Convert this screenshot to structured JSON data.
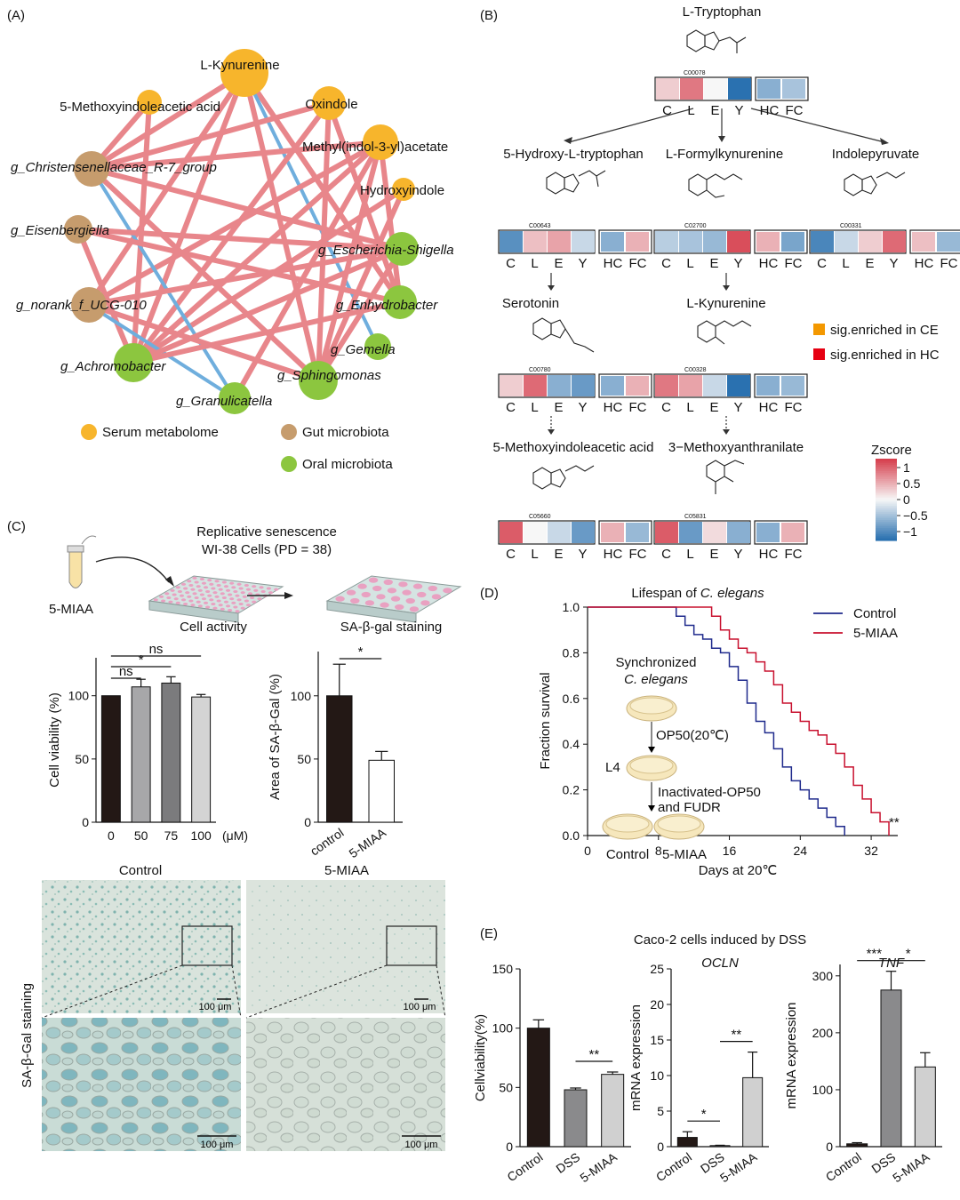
{
  "panels": {
    "A": "(A)",
    "B": "(B)",
    "C": "(C)",
    "D": "(D)",
    "E": "(E)"
  },
  "colors": {
    "serum": "#F7B52C",
    "gut": "#C69C6D",
    "oral": "#8CC63F",
    "pos_edge": "#E8868B",
    "neg_edge": "#6FAEDD",
    "ce": "#F39800",
    "hc": "#E60012",
    "bar_dark": "#231815",
    "survival_control": "#1F2A8C",
    "survival_5miaa": "#C8102E"
  },
  "network": {
    "nodes": [
      {
        "id": "kyn",
        "label": "L-Kynurenine",
        "group": "serum",
        "italic": false
      },
      {
        "id": "mia",
        "label": "5-Methoxyindoleacetic acid",
        "group": "serum",
        "italic": false
      },
      {
        "id": "oxi",
        "label": "Oxindole",
        "group": "serum",
        "italic": false
      },
      {
        "id": "mia3",
        "label": "Methyl(indol-3-yl)acetate",
        "group": "serum",
        "italic": false
      },
      {
        "id": "hyd",
        "label": "Hydroxyindole",
        "group": "serum",
        "italic": false
      },
      {
        "id": "chr",
        "label": "g_Christensenellaceae_R-7_group",
        "group": "gut",
        "italic": true
      },
      {
        "id": "eis",
        "label": "g_Eisenbergiella",
        "group": "gut",
        "italic": true
      },
      {
        "id": "nor",
        "label": "g_norank_f_UCG-010",
        "group": "gut",
        "italic": true
      },
      {
        "id": "esc",
        "label": "g_Escherichia-Shigella",
        "group": "oral",
        "italic": true
      },
      {
        "id": "enh",
        "label": "g_Enhydrobacter",
        "group": "oral",
        "italic": true
      },
      {
        "id": "gem",
        "label": "g_Gemella",
        "group": "oral",
        "italic": true
      },
      {
        "id": "ach",
        "label": "g_Achromobacter",
        "group": "oral",
        "italic": true
      },
      {
        "id": "sph",
        "label": "g_Sphingomonas",
        "group": "oral",
        "italic": true
      },
      {
        "id": "gra",
        "label": "g_Granulicatella",
        "group": "oral",
        "italic": true
      }
    ],
    "edges": [
      {
        "s": "kyn",
        "t": "chr",
        "sign": "pos"
      },
      {
        "s": "kyn",
        "t": "nor",
        "sign": "pos"
      },
      {
        "s": "kyn",
        "t": "ach",
        "sign": "pos"
      },
      {
        "s": "kyn",
        "t": "sph",
        "sign": "pos"
      },
      {
        "s": "kyn",
        "t": "enh",
        "sign": "pos"
      },
      {
        "s": "kyn",
        "t": "gem",
        "sign": "neg"
      },
      {
        "s": "mia",
        "t": "chr",
        "sign": "pos"
      },
      {
        "s": "mia",
        "t": "ach",
        "sign": "pos"
      },
      {
        "s": "oxi",
        "t": "chr",
        "sign": "pos"
      },
      {
        "s": "oxi",
        "t": "ach",
        "sign": "pos"
      },
      {
        "s": "oxi",
        "t": "sph",
        "sign": "pos"
      },
      {
        "s": "oxi",
        "t": "enh",
        "sign": "pos"
      },
      {
        "s": "mia3",
        "t": "chr",
        "sign": "pos"
      },
      {
        "s": "mia3",
        "t": "nor",
        "sign": "pos"
      },
      {
        "s": "mia3",
        "t": "ach",
        "sign": "pos"
      },
      {
        "s": "mia3",
        "t": "sph",
        "sign": "pos"
      },
      {
        "s": "mia3",
        "t": "enh",
        "sign": "pos"
      },
      {
        "s": "mia3",
        "t": "gra",
        "sign": "pos"
      },
      {
        "s": "hyd",
        "t": "ach",
        "sign": "pos"
      },
      {
        "s": "hyd",
        "t": "sph",
        "sign": "pos"
      },
      {
        "s": "chr",
        "t": "gra",
        "sign": "neg"
      },
      {
        "s": "chr",
        "t": "esc",
        "sign": "pos"
      },
      {
        "s": "chr",
        "t": "sph",
        "sign": "pos"
      },
      {
        "s": "eis",
        "t": "esc",
        "sign": "pos"
      },
      {
        "s": "eis",
        "t": "ach",
        "sign": "pos"
      },
      {
        "s": "eis",
        "t": "enh",
        "sign": "pos"
      },
      {
        "s": "nor",
        "t": "esc",
        "sign": "pos"
      },
      {
        "s": "nor",
        "t": "gra",
        "sign": "neg"
      },
      {
        "s": "nor",
        "t": "sph",
        "sign": "pos"
      },
      {
        "s": "esc",
        "t": "sph",
        "sign": "pos"
      },
      {
        "s": "esc",
        "t": "ach",
        "sign": "pos"
      },
      {
        "s": "enh",
        "t": "ach",
        "sign": "pos"
      }
    ],
    "legend": [
      {
        "label": "Serum metabolome",
        "group": "serum"
      },
      {
        "label": "Gut microbiota",
        "group": "gut"
      },
      {
        "label": "Oral microbiota",
        "group": "oral"
      }
    ]
  },
  "pathway": {
    "group_labels": [
      "C",
      "L",
      "E",
      "Y"
    ],
    "ref_labels": [
      "HC",
      "FC"
    ],
    "metabolites": [
      {
        "id": "trp",
        "name": "L-Tryptophan",
        "code": "C00078",
        "color": "",
        "z": [
          0.3,
          0.9,
          0.0,
          -1.3
        ],
        "ref": [
          -0.7,
          -0.5
        ]
      },
      {
        "id": "htp",
        "name": "5-Hydroxy-L-tryptophan",
        "code": "C00643",
        "color": "",
        "z": [
          -1.0,
          0.4,
          0.6,
          -0.3
        ],
        "ref": [
          -0.7,
          0.5
        ]
      },
      {
        "id": "fkyn",
        "name": "L-Formylkynurenine",
        "code": "C02700",
        "color": "",
        "z": [
          -0.4,
          -0.5,
          -0.6,
          1.2
        ],
        "ref": [
          0.5,
          -0.8
        ]
      },
      {
        "id": "ipy",
        "name": "Indolepyruvate",
        "code": "C00331",
        "color": "#E60012",
        "z": [
          -1.1,
          -0.3,
          0.3,
          1.0
        ],
        "ref": [
          0.4,
          -0.6
        ]
      },
      {
        "id": "ser",
        "name": "Serotonin",
        "code": "C00780",
        "color": "#F39800",
        "z": [
          0.3,
          1.0,
          -0.7,
          -0.9
        ],
        "ref": [
          -0.7,
          0.5
        ]
      },
      {
        "id": "kyn",
        "name": "L-Kynurenine",
        "code": "C00328",
        "color": "#F39800",
        "z": [
          0.9,
          0.6,
          -0.3,
          -1.3
        ],
        "ref": [
          -0.7,
          -0.6
        ]
      },
      {
        "id": "mia",
        "name": "5-Methoxyindoleacetic acid",
        "code": "C05660",
        "color": "#E60012",
        "z": [
          1.1,
          0.0,
          -0.3,
          -0.9
        ],
        "ref": [
          0.5,
          -0.6
        ]
      },
      {
        "id": "mant",
        "name": "3−Methoxyanthranilate",
        "code": "C05831",
        "color": "#F39800",
        "z": [
          1.1,
          -0.9,
          0.2,
          -0.7
        ],
        "ref": [
          -0.7,
          0.5
        ]
      }
    ],
    "legend": [
      {
        "label": "sig.enriched in CE",
        "color": "#F39800"
      },
      {
        "label": "sig.enriched in HC",
        "color": "#E60012"
      }
    ],
    "zscore": {
      "title": "Zscore",
      "ticks": [
        "1",
        "0.5",
        "0",
        "−0.5",
        "−1"
      ]
    }
  },
  "panelC": {
    "schematic": {
      "title_line1": "Replicative senescence",
      "title_line2": "WI-38 Cells (PD = 38)",
      "compound": "5-MIAA",
      "plate1": "Cell activity",
      "plate2": "SA-β-gal staining"
    },
    "viability": {
      "ylabel": "Cell viability (%)",
      "unit": "(μM)",
      "categories": [
        "0",
        "50",
        "75",
        "100"
      ],
      "values": [
        100,
        107,
        110,
        99
      ],
      "errors": [
        0,
        6,
        5,
        2
      ],
      "colors": [
        "#231815",
        "#A7A7A9",
        "#7B7B7D",
        "#D4D4D4"
      ],
      "yticks": [
        0,
        50,
        100
      ],
      "ymax": 130,
      "sig": [
        {
          "a": 0,
          "b": 1,
          "label": "ns"
        },
        {
          "a": 0,
          "b": 2,
          "label": "*"
        },
        {
          "a": 0,
          "b": 3,
          "label": "ns"
        }
      ]
    },
    "sagal": {
      "ylabel": "Area of SA-β-Gal (%)",
      "categories": [
        "control",
        "5-MIAA"
      ],
      "values": [
        100,
        49
      ],
      "errors": [
        25,
        7
      ],
      "colors": [
        "#231815",
        "#FFFFFF"
      ],
      "yticks": [
        0,
        50,
        100
      ],
      "ymax": 135,
      "sig": [
        {
          "a": 0,
          "b": 1,
          "label": "*"
        }
      ]
    },
    "images": {
      "col_control": "Control",
      "col_treat": "5-MIAA",
      "row_label": "SA-β-Gal staining",
      "scale": "100 μm"
    }
  },
  "panelD": {
    "title_prefix": "Lifespan of ",
    "title_italic": "C. elegans",
    "xlabel": "Days at 20℃",
    "ylabel": "Fraction survival",
    "xticks": [
      0,
      8,
      16,
      24,
      32
    ],
    "yticks": [
      "0.0",
      "0.2",
      "0.4",
      "0.6",
      "0.8",
      "1.0"
    ],
    "xlim": [
      0,
      35
    ],
    "ylim": [
      0,
      1
    ],
    "series": [
      {
        "name": "Control",
        "color": "#1F2A8C",
        "steps": [
          [
            0,
            1
          ],
          [
            10,
            0.96
          ],
          [
            11,
            0.92
          ],
          [
            12,
            0.88
          ],
          [
            13,
            0.86
          ],
          [
            14,
            0.82
          ],
          [
            15,
            0.8
          ],
          [
            16,
            0.74
          ],
          [
            17,
            0.68
          ],
          [
            18,
            0.58
          ],
          [
            19,
            0.5
          ],
          [
            20,
            0.45
          ],
          [
            21,
            0.38
          ],
          [
            22,
            0.3
          ],
          [
            23,
            0.24
          ],
          [
            24,
            0.2
          ],
          [
            25,
            0.16
          ],
          [
            26,
            0.12
          ],
          [
            27,
            0.08
          ],
          [
            28,
            0.04
          ],
          [
            29,
            0.0
          ]
        ]
      },
      {
        "name": "5-MIAA",
        "color": "#C8102E",
        "steps": [
          [
            0,
            1
          ],
          [
            14,
            0.96
          ],
          [
            15,
            0.9
          ],
          [
            16,
            0.86
          ],
          [
            17,
            0.82
          ],
          [
            18,
            0.8
          ],
          [
            19,
            0.76
          ],
          [
            20,
            0.72
          ],
          [
            21,
            0.66
          ],
          [
            22,
            0.58
          ],
          [
            23,
            0.54
          ],
          [
            24,
            0.5
          ],
          [
            25,
            0.46
          ],
          [
            26,
            0.44
          ],
          [
            27,
            0.4
          ],
          [
            28,
            0.36
          ],
          [
            29,
            0.3
          ],
          [
            30,
            0.22
          ],
          [
            31,
            0.16
          ],
          [
            32,
            0.1
          ],
          [
            33,
            0.06
          ],
          [
            34,
            0.0
          ]
        ]
      }
    ],
    "sig": "**",
    "inset": {
      "line1": "Synchronized",
      "line2": "C. elegans",
      "step1": "OP50(20℃)",
      "stage": "L4",
      "step2a": "Inactivated-OP50",
      "step2b": "and FUDR",
      "plate_a": "Control",
      "plate_b": "5-MIAA"
    }
  },
  "panelE": {
    "title": "Caco-2 cells induced by DSS",
    "categories": [
      "Control",
      "DSS",
      "5-MIAA"
    ],
    "colors": [
      "#231815",
      "#8A8A8C",
      "#D0D0D0"
    ],
    "charts": [
      {
        "title": "",
        "ylabel": "Cellviability(%)",
        "values": [
          100,
          48,
          61
        ],
        "errors": [
          7,
          1.5,
          2
        ],
        "yticks": [
          0,
          50,
          100,
          150
        ],
        "ymax": 150,
        "sig": [
          {
            "a": 1,
            "b": 2,
            "label": "**"
          }
        ]
      },
      {
        "title": "OCLN",
        "ylabel": "mRNA expression",
        "values": [
          1.3,
          0.15,
          9.7
        ],
        "errors": [
          0.8,
          0.05,
          3.6
        ],
        "yticks": [
          0,
          5,
          10,
          15,
          20,
          25
        ],
        "ymax": 25,
        "sig": [
          {
            "a": 0,
            "b": 1,
            "label": "*"
          },
          {
            "a": 1,
            "b": 2,
            "label": "**"
          }
        ]
      },
      {
        "title": "TNF",
        "ylabel": "mRNA expression",
        "values": [
          5,
          275,
          140
        ],
        "errors": [
          2,
          33,
          25
        ],
        "yticks": [
          0,
          100,
          200,
          300
        ],
        "ymax": 320,
        "sig": [
          {
            "a": 0,
            "b": 1,
            "label": "***"
          },
          {
            "a": 1,
            "b": 2,
            "label": "*"
          }
        ]
      }
    ]
  }
}
